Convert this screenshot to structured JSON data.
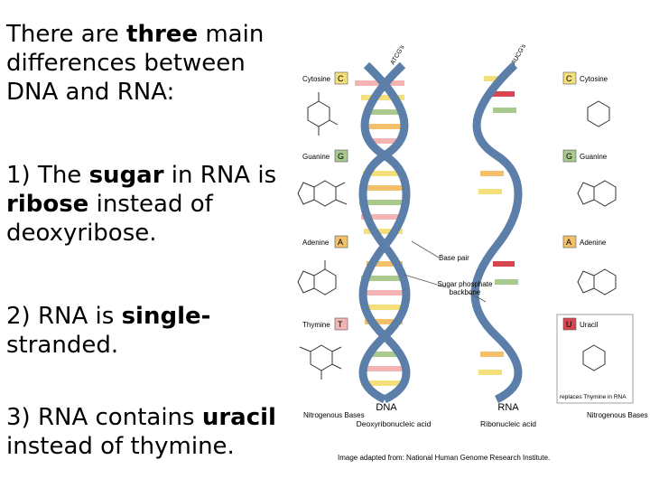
{
  "text": {
    "p1_a": "There are ",
    "p1_b": "three",
    "p1_c": " main differences between DNA and RNA:",
    "p2_a": "1) The ",
    "p2_b": "sugar",
    "p2_c": " in RNA is ",
    "p2_d": "ribose",
    "p2_e": " instead of deoxyribose.",
    "p3_a": "2) RNA is ",
    "p3_b": "single-",
    "p3_c": "stranded.",
    "p4_a": "3) RNA contains ",
    "p4_b": "uracil",
    "p4_c": " instead of thymine."
  },
  "figure": {
    "left_bases": [
      {
        "name": "Cytosine",
        "letter": "C"
      },
      {
        "name": "Guanine",
        "letter": "G"
      },
      {
        "name": "Adenine",
        "letter": "A"
      },
      {
        "name": "Thymine",
        "letter": "T"
      }
    ],
    "right_bases": [
      {
        "name": "Cytosine",
        "letter": "C"
      },
      {
        "name": "Guanine",
        "letter": "G"
      },
      {
        "name": "Adenine",
        "letter": "A"
      },
      {
        "name": "Uracil",
        "letter": "U"
      }
    ],
    "atcg_label": "ATCG's",
    "aucg_label": "AUCG's",
    "base_pair_label": "Base pair",
    "backbone_label": "Sugar phosphate backbone",
    "replaces_label": "replaces Thymine in RNA",
    "dna_title": "DNA",
    "dna_subtitle": "Deoxyribonucleic acid",
    "rna_title": "RNA",
    "rna_subtitle": "Ribonucleic acid",
    "nitrogenous_left": "Nitrogenous Bases",
    "nitrogenous_right": "Nitrogenous Bases",
    "credit": "Image adapted from: National Human Genome Research Institute.",
    "colors": {
      "cytosine": "#f4e07a",
      "guanine": "#a9c98e",
      "adenine": "#f2c06b",
      "thymine": "#f3b4b4",
      "uracil": "#d9454f",
      "backbone": "#5b7fa8"
    }
  }
}
